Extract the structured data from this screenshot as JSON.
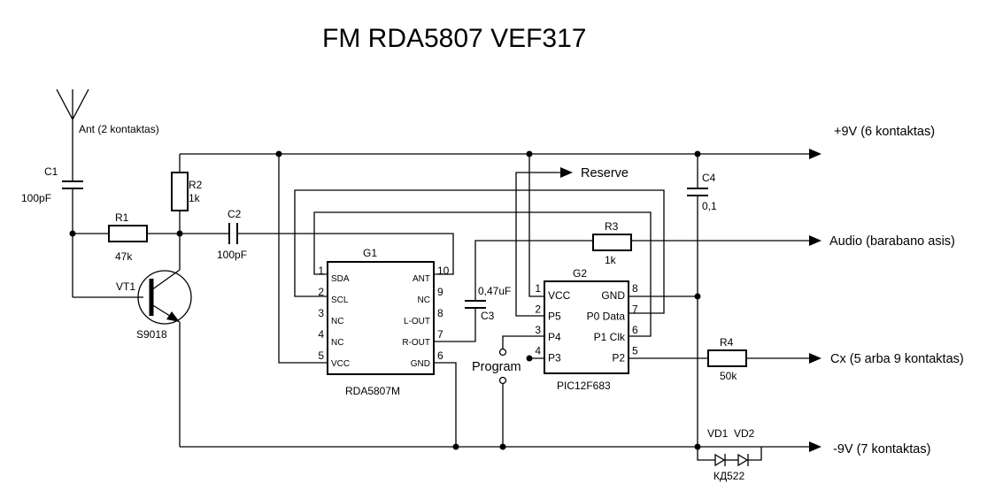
{
  "title": "FM RDA5807 VEF317",
  "antenna": {
    "label": "Ant (2 kontaktas)"
  },
  "rails": {
    "plus9v": "+9V (6 kontaktas)",
    "minus9v": "-9V (7 kontaktas)",
    "audio": "Audio (barabano asis)",
    "cx": "Cx (5 arba 9 kontaktas)",
    "reserve": "Reserve"
  },
  "components": {
    "c1": {
      "name": "C1",
      "value": "100pF"
    },
    "c2": {
      "name": "C2",
      "value": "100pF"
    },
    "c3": {
      "name": "C3",
      "value": "0,47uF"
    },
    "c4": {
      "name": "C4",
      "value": "0,1"
    },
    "r1": {
      "name": "R1",
      "value": "47k"
    },
    "r2": {
      "name": "R2",
      "value": "1k"
    },
    "r3": {
      "name": "R3",
      "value": "1k"
    },
    "r4": {
      "name": "R4",
      "value": "50k"
    },
    "vt1": {
      "name": "VT1",
      "part": "S9018"
    },
    "vd1": {
      "name": "VD1"
    },
    "vd2": {
      "name": "VD2"
    },
    "diodes_part": "КД522",
    "program": "Program"
  },
  "g1": {
    "name": "G1",
    "part": "RDA5807M",
    "left_pins": [
      {
        "num": "1",
        "label": "SDA"
      },
      {
        "num": "2",
        "label": "SCL"
      },
      {
        "num": "3",
        "label": "NC"
      },
      {
        "num": "4",
        "label": "NC"
      },
      {
        "num": "5",
        "label": "VCC"
      }
    ],
    "right_pins": [
      {
        "num": "10",
        "label": "ANT"
      },
      {
        "num": "9",
        "label": "NC"
      },
      {
        "num": "8",
        "label": "L-OUT"
      },
      {
        "num": "7",
        "label": "R-OUT"
      },
      {
        "num": "6",
        "label": "GND"
      }
    ]
  },
  "g2": {
    "name": "G2",
    "part": "PIC12F683",
    "left_pins": [
      {
        "num": "1",
        "label": "VCC"
      },
      {
        "num": "2",
        "label": "P5"
      },
      {
        "num": "3",
        "label": "P4"
      },
      {
        "num": "4",
        "label": "P3"
      }
    ],
    "right_pins": [
      {
        "num": "8",
        "label": "GND"
      },
      {
        "num": "7",
        "label": "P0 Data"
      },
      {
        "num": "6",
        "label": "P1 Clk"
      },
      {
        "num": "5",
        "label": "P2"
      }
    ]
  }
}
